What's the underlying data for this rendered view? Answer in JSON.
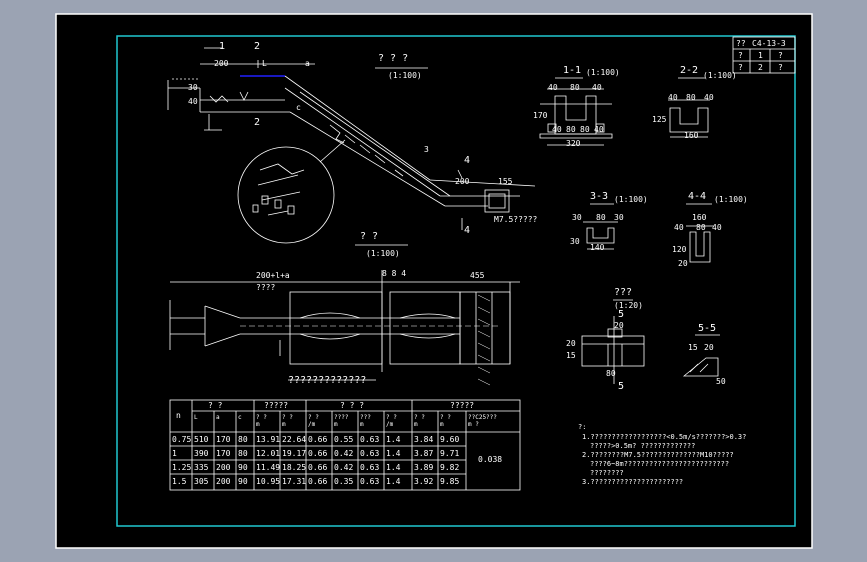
{
  "title_block": {
    "code": "C4-13-3",
    "row1": [
      "?",
      "1",
      "?"
    ],
    "row2": [
      "?",
      "2",
      "?"
    ],
    "code_prefix": "??"
  },
  "elevation": {
    "title": "? ? ?",
    "scale": "(1:100)",
    "dim_200": "200",
    "dim_L": "L",
    "dim_a": "a",
    "section_1": "1",
    "section_2": "2",
    "label_40": "40",
    "label_30": "30",
    "label_3": "3",
    "label_4": "4",
    "dim_155": "155",
    "dim_200b": "200",
    "wall_note": "M7.5?????",
    "label_c": "c"
  },
  "plan": {
    "title": "? ?",
    "scale": "(1:100)",
    "dim_total": "200+l+a",
    "dim_sub": "????",
    "dim_mid": "8 8 4",
    "dim_455": "455"
  },
  "sec11": {
    "title": "1-1",
    "scale": "(1:100)",
    "dims": [
      "40",
      "80",
      "40",
      "170",
      "40",
      "80",
      "80",
      "40",
      "320"
    ]
  },
  "sec22": {
    "title": "2-2",
    "scale": "(1:100)",
    "dims": [
      "40",
      "80",
      "40",
      "125",
      "160"
    ]
  },
  "sec33": {
    "title": "3-3",
    "scale": "(1:100)",
    "dims": [
      "30",
      "80",
      "30",
      "30",
      "140"
    ]
  },
  "sec44": {
    "title": "4-4",
    "scale": "(1:100)",
    "dims": [
      "160",
      "40",
      "80",
      "40",
      "120",
      "20"
    ]
  },
  "detail": {
    "title": "???",
    "scale": "(1:20)",
    "label5": "5",
    "dim_20": "20",
    "dim_80": "80",
    "dims_side": [
      "20",
      "15"
    ]
  },
  "sec55": {
    "title": "5-5",
    "dims": [
      "15",
      "20",
      "50"
    ]
  },
  "table": {
    "title": "?????????????",
    "headers_top": [
      "n",
      "?  ?",
      "?????",
      "? ? ?",
      "?????"
    ],
    "headers_sub": [
      "L",
      "a",
      "c",
      "? ?\nm",
      "? ?\nm",
      "? ?\n/m",
      "????\nm",
      "???\nm",
      "? ?\n/m",
      "? ?\nm",
      "? ?\nm",
      "??C25???\nm ?"
    ],
    "rows": [
      [
        "0.75",
        "510",
        "170",
        "80",
        "13.91",
        "22.64",
        "0.66",
        "0.55",
        "0.63",
        "1.4",
        "3.84",
        "9.60"
      ],
      [
        "1",
        "390",
        "170",
        "80",
        "12.01",
        "19.17",
        "0.66",
        "0.42",
        "0.63",
        "1.4",
        "3.87",
        "9.71"
      ],
      [
        "1.25",
        "335",
        "200",
        "90",
        "11.49",
        "18.25",
        "0.66",
        "0.42",
        "0.63",
        "1.4",
        "3.89",
        "9.82"
      ],
      [
        "1.5",
        "305",
        "200",
        "90",
        "10.95",
        "17.31",
        "0.66",
        "0.35",
        "0.63",
        "1.4",
        "3.92",
        "9.85"
      ]
    ],
    "merged": "0.038"
  },
  "notes": {
    "head": "?:",
    "n1a": "1.??????????????????<0.5m/s???????>0.3?",
    "n1b": "?????>0.5m? ?????????????",
    "n2a": "2.????????M7.5??????????????M10?????",
    "n2b": "????6~8m?????????????????????????",
    "n2c": "????????",
    "n3": "3.??????????????????????"
  },
  "colors": {
    "background": "#000000",
    "frame_outer": "#ffffff",
    "frame_inner": "#20c8d0",
    "blue_line": "#2020ff"
  }
}
